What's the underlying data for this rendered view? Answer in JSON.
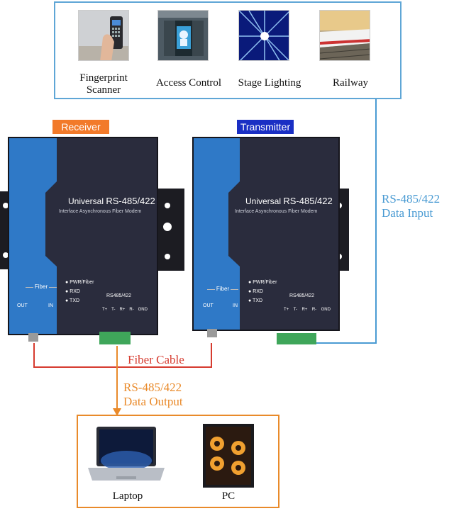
{
  "applications": [
    {
      "label": "Fingerprint Scanner",
      "line1": "Fingerprint",
      "line2": "Scanner"
    },
    {
      "label": "Access Control"
    },
    {
      "label": "Stage Lighting"
    },
    {
      "label": "Railway"
    }
  ],
  "receiver": {
    "tag": "Receiver",
    "title_prefix": "Universal ",
    "title_model": "RS-485/422",
    "subtitle": "Interface Asynchronous Fiber Modem",
    "leds": [
      "PWR/Fiber",
      "RXD",
      "TXD"
    ],
    "fiber_label": "Fiber",
    "port_out": "OUT",
    "port_in": "IN",
    "terminal_label": "RS485/422",
    "pins": [
      "T+",
      "T-",
      "R+",
      "R-",
      "GND"
    ]
  },
  "transmitter": {
    "tag": "Transmitter",
    "title_prefix": "Universal ",
    "title_model": "RS-485/422",
    "subtitle": "Interface Asynchronous Fiber Modem",
    "leds": [
      "PWR/Fiber",
      "RXD",
      "TXD"
    ],
    "fiber_label": "Fiber",
    "port_out": "OUT",
    "port_in": "IN",
    "terminal_label": "RS485/422",
    "pins": [
      "T+",
      "T-",
      "R+",
      "R-",
      "GND"
    ]
  },
  "annotations": {
    "input_line1": "RS-485/422",
    "input_line2": "Data Input",
    "fiber_cable": "Fiber Cable",
    "output_line1": "RS-485/422",
    "output_line2": "Data Output"
  },
  "outputs": [
    {
      "label": "Laptop"
    },
    {
      "label": "PC"
    }
  ],
  "colors": {
    "input_blue": "#4a9bd3",
    "fiber_red": "#d63b2f",
    "output_orange": "#e98a2a",
    "receiver_tag": "#f27a2a",
    "transmitter_tag": "#1a2fc4",
    "device_body": "#2a2c3d",
    "device_stripe": "#2f79c7"
  }
}
